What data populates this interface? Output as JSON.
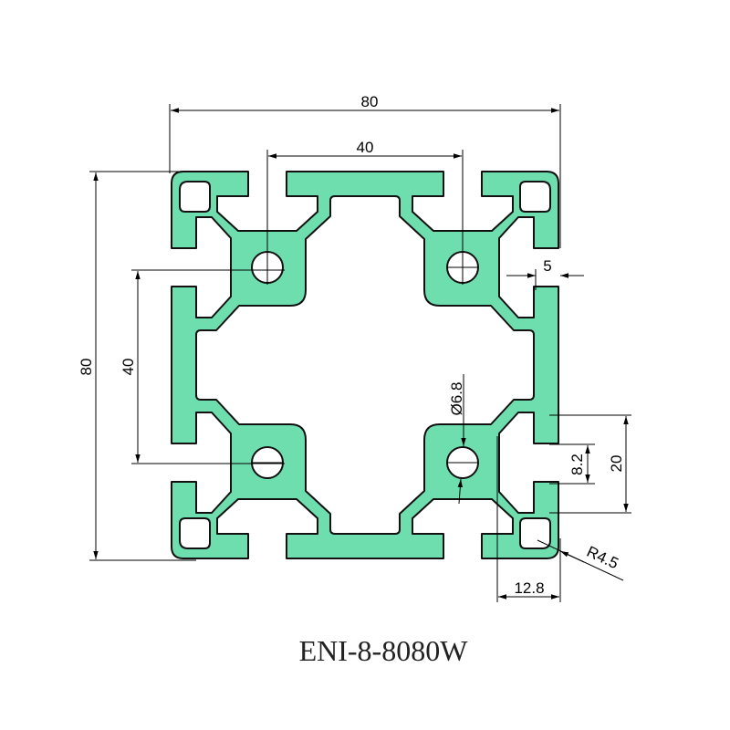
{
  "title": "ENI-8-8080W",
  "colors": {
    "profile_fill": "#6fdeaf",
    "outline": "#111111",
    "dimension": "#000000"
  },
  "dimensions": {
    "overall_width": "80",
    "overall_height": "80",
    "hole_spacing_horizontal": "40",
    "hole_spacing_vertical": "40",
    "wall_thickness": "5",
    "hole_diameter": "Ø6.8",
    "slot_depth_height": "20",
    "slot_opening": "8.2",
    "corner_radius": "R4.5",
    "corner_width": "12.8"
  }
}
